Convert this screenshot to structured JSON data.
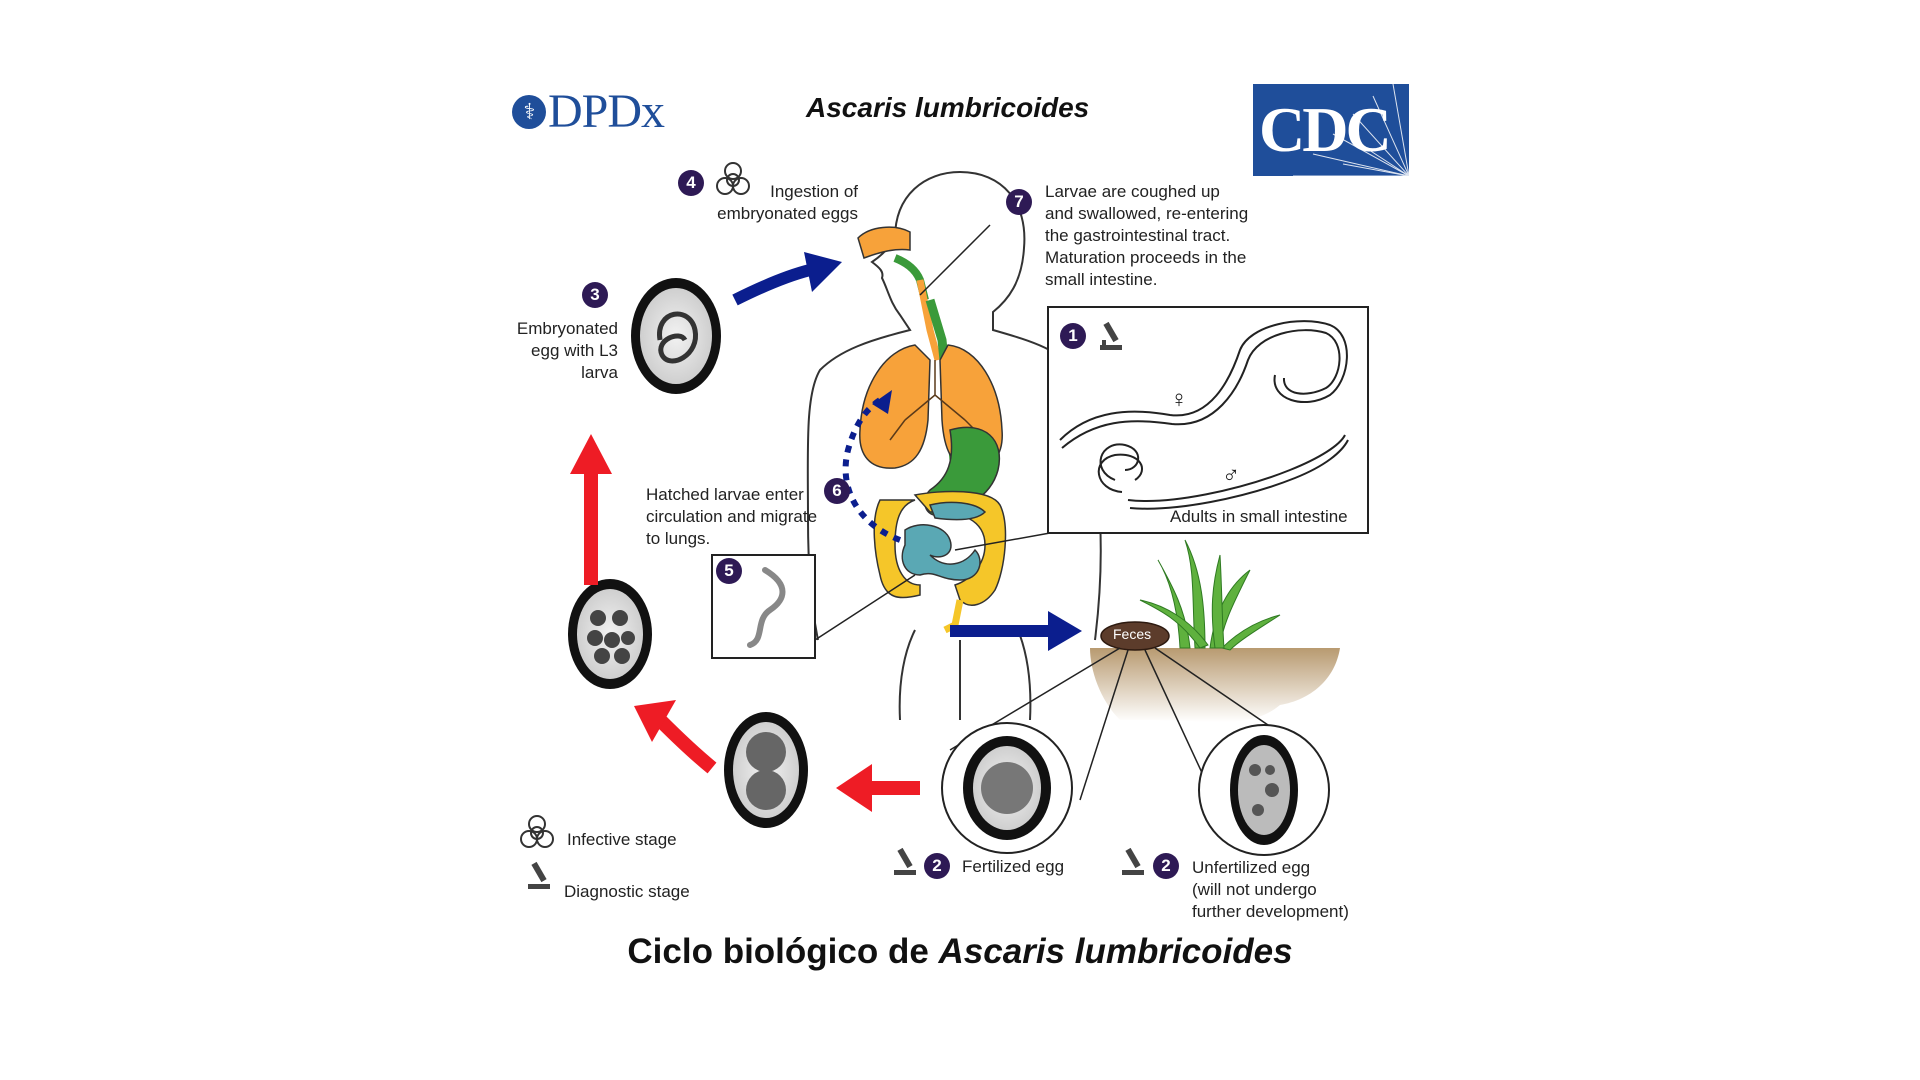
{
  "header": {
    "dpdx_logo": "DPDx",
    "title": "Ascaris lumbricoides",
    "cdc_logo": "CDC"
  },
  "steps": {
    "s1": {
      "number": "1",
      "text": "Adults in small intestine"
    },
    "s2a": {
      "number": "2",
      "text": "Fertilized egg"
    },
    "s2b": {
      "number": "2",
      "text_line1": "Unfertilized egg",
      "text_line2": "(will not undergo",
      "text_line3": "further development)"
    },
    "s3": {
      "number": "3",
      "text_line1": "Embryonated",
      "text_line2": "egg with L3",
      "text_line3": "larva"
    },
    "s4": {
      "number": "4",
      "text_line1": "Ingestion of",
      "text_line2": "embryonated eggs"
    },
    "s5": {
      "number": "5"
    },
    "s6": {
      "number": "6",
      "text_line1": "Hatched larvae enter",
      "text_line2": "circulation and migrate",
      "text_line3": "to lungs."
    },
    "s7": {
      "number": "7",
      "text_line1": "Larvae are coughed up",
      "text_line2": "and swallowed, re-entering",
      "text_line3": "the gastrointestinal tract.",
      "text_line4": "Maturation proceeds in the",
      "text_line5": "small intestine."
    }
  },
  "feces_label": "Feces",
  "female_symbol": "♀",
  "male_symbol": "♂",
  "legend": {
    "infective": "Infective stage",
    "diagnostic": "Diagnostic stage"
  },
  "caption": {
    "prefix": "Ciclo biológico de ",
    "italic": "Ascaris lumbricoides"
  },
  "colors": {
    "step_badge": "#2e1a55",
    "arrow_red": "#ee1c25",
    "arrow_blue": "#0b1e8e",
    "lung_orange": "#f7a23a",
    "trachea_green": "#3a9a3a",
    "intestine_teal": "#5aa8b4",
    "colon_yellow": "#f5c629",
    "logo_blue": "#1f4e9a"
  }
}
